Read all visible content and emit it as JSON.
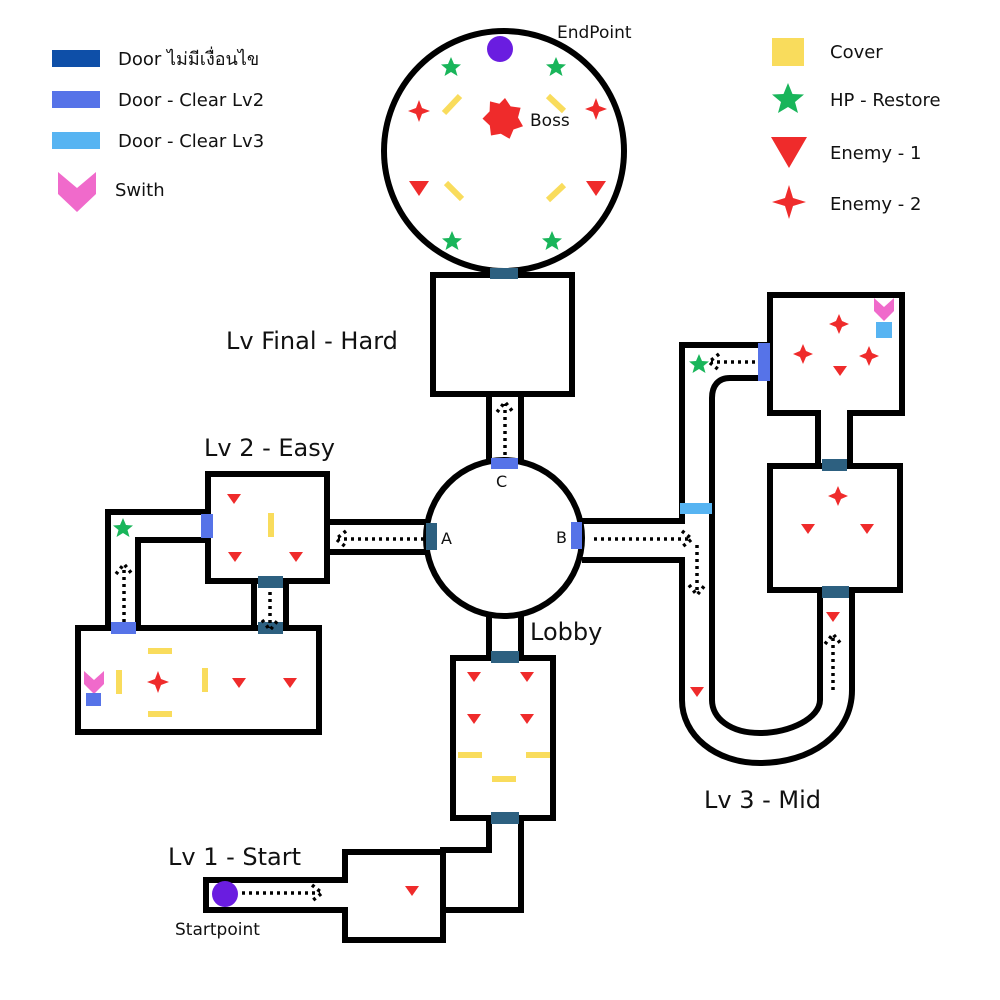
{
  "legend_left": {
    "door_unconditional": "Door ไม่มีเงื่อนไข",
    "door_clear_lv2": "Door - Clear Lv2",
    "door_clear_lv3": "Door - Clear Lv3",
    "switch": "Swith"
  },
  "legend_right": {
    "cover": "Cover",
    "hp_restore": "HP - Restore",
    "enemy_1": "Enemy - 1",
    "enemy_2": "Enemy - 2"
  },
  "rooms": {
    "endpoint": "EndPoint",
    "boss": "Boss",
    "lv_final": "Lv Final - Hard",
    "lv2": "Lv 2 - Easy",
    "lv3": "Lv 3 - Mid",
    "lobby": "Lobby",
    "lv1": "Lv 1 - Start",
    "startpoint": "Startpoint"
  },
  "doors": {
    "a": "A",
    "b": "B",
    "c": "C"
  },
  "colors": {
    "door_unconditional": "#2d6080",
    "door_clear_lv2": "#5673e8",
    "door_clear_lv3": "#57b4f2",
    "door_legend_dark": "#0e4fa8",
    "switch": "#f06acb",
    "cover": "#f9dc5c",
    "hp_restore": "#19b55a",
    "enemy": "#ef2b2b",
    "player_marker": "#6a1de0"
  }
}
